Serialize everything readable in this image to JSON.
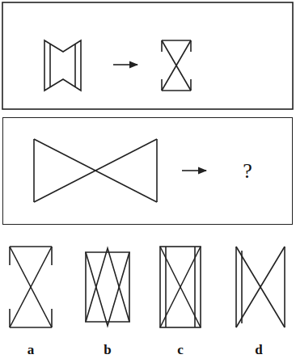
{
  "diagram": {
    "nodes": [
      {
        "text": [
          "?"
        ]
      }
    ],
    "labels": [
      "a",
      "b",
      "c",
      "d"
    ]
  }
}
